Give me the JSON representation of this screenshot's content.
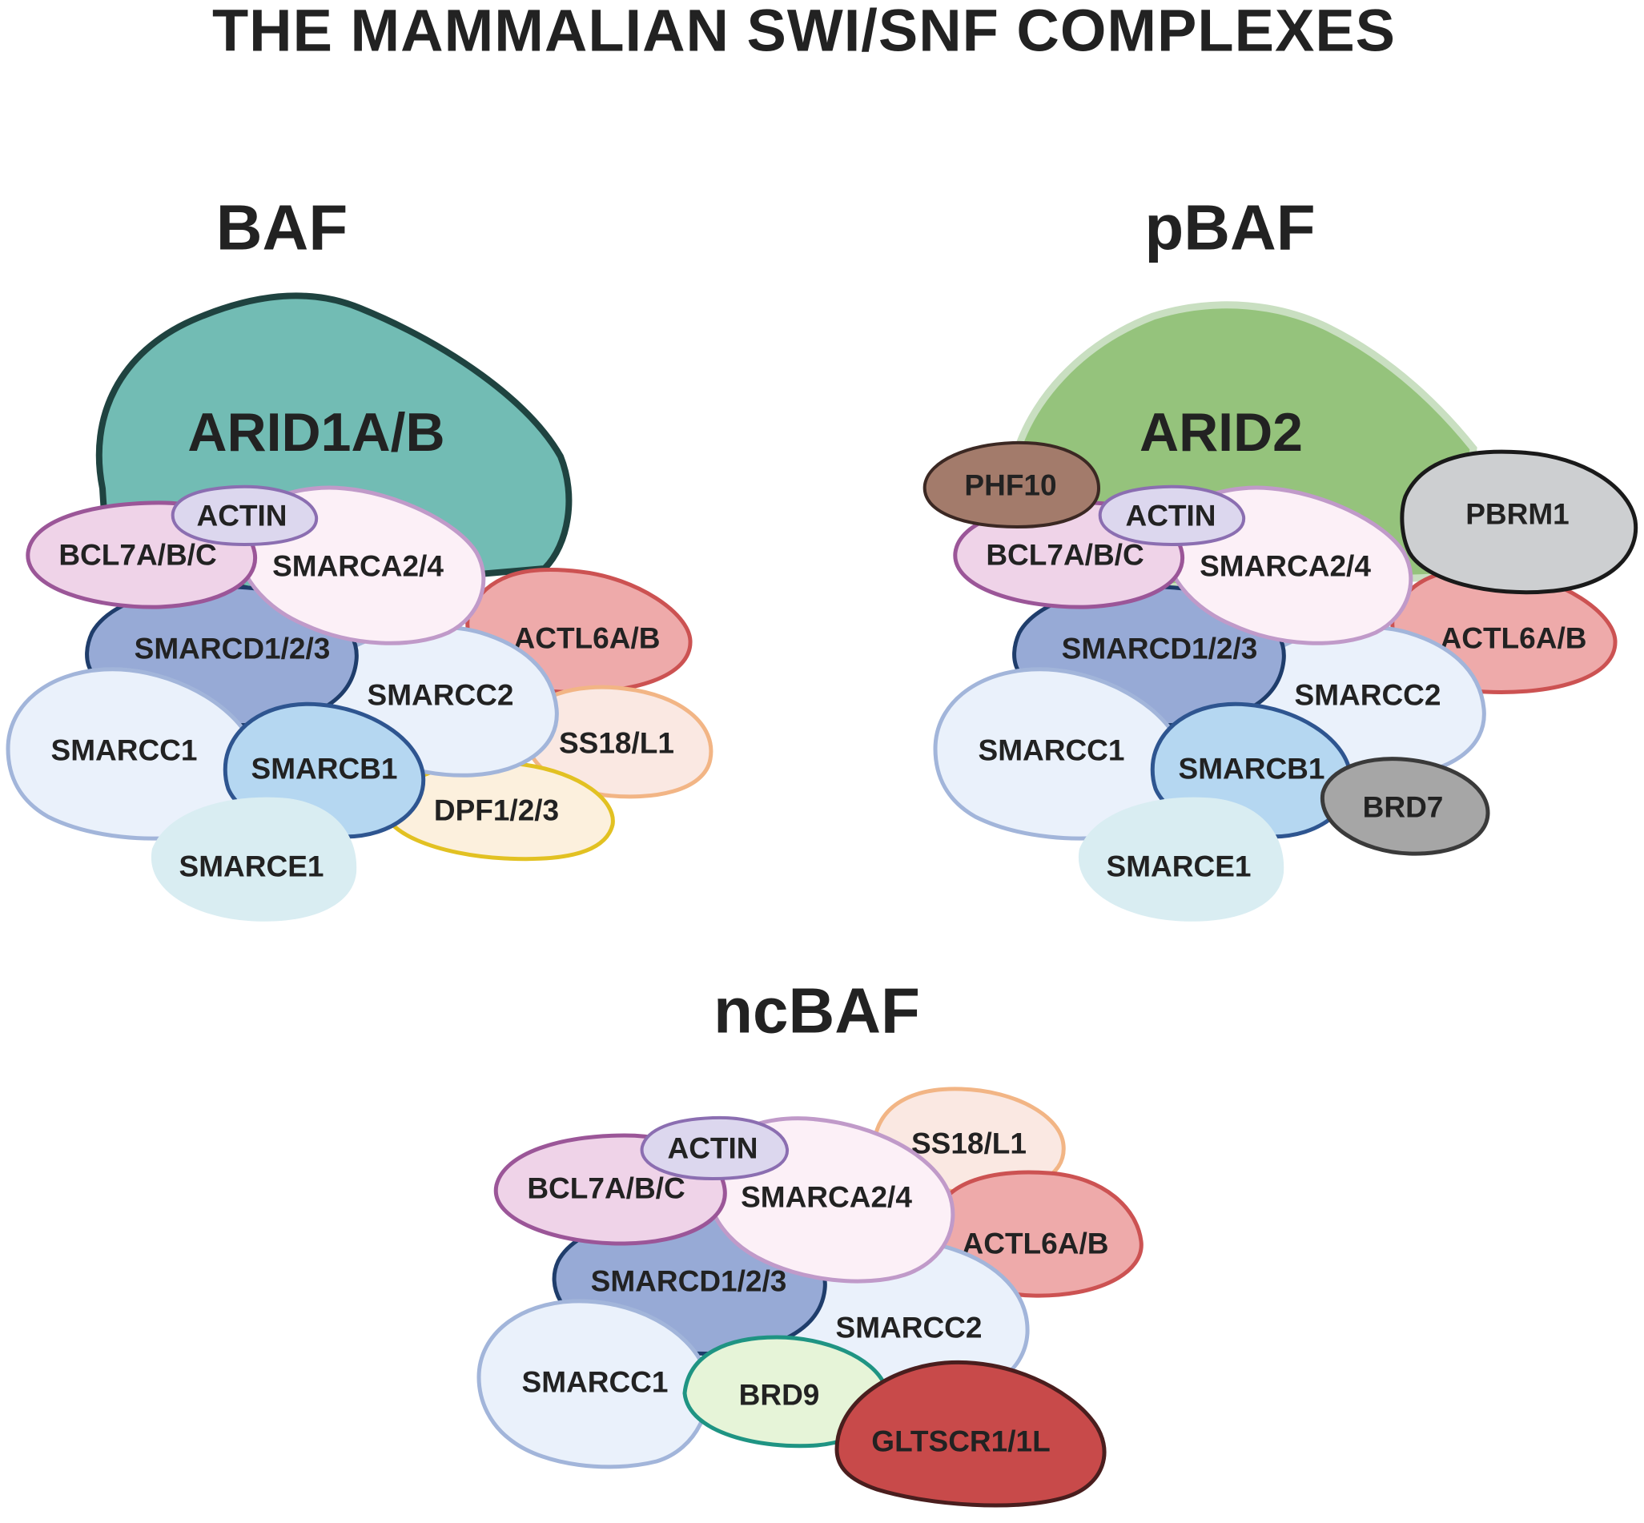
{
  "title": "THE MAMMALIAN SWI/SNF COMPLEXES",
  "complexes": {
    "baf": {
      "name": "BAF",
      "arid": "ARID1A/B",
      "actin": "ACTIN",
      "bcl7": "BCL7A/B/C",
      "smarca": "SMARCA2/4",
      "actl6": "ACTL6A/B",
      "smarcd": "SMARCD1/2/3",
      "smarcc2": "SMARCC2",
      "ss18": "SS18/L1",
      "smarcc1": "SMARCC1",
      "smarcb1": "SMARCB1",
      "dpf": "DPF1/2/3",
      "smarce1": "SMARCE1"
    },
    "pbaf": {
      "name": "pBAF",
      "arid": "ARID2",
      "phf10": "PHF10",
      "actin": "ACTIN",
      "pbrm1": "PBRM1",
      "bcl7": "BCL7A/B/C",
      "smarca": "SMARCA2/4",
      "actl6": "ACTL6A/B",
      "smarcd": "SMARCD1/2/3",
      "smarcc2": "SMARCC2",
      "smarcc1": "SMARCC1",
      "smarcb1": "SMARCB1",
      "brd7": "BRD7",
      "smarce1": "SMARCE1"
    },
    "ncbaf": {
      "name": "ncBAF",
      "actin": "ACTIN",
      "ss18": "SS18/L1",
      "bcl7": "BCL7A/B/C",
      "smarca": "SMARCA2/4",
      "actl6": "ACTL6A/B",
      "smarcd": "SMARCD1/2/3",
      "smarcc2": "SMARCC2",
      "smarcc1": "SMARCC1",
      "brd9": "BRD9",
      "gltscr": "GLTSCR1/1L"
    }
  },
  "colors": {
    "arid1": "#72bcb4",
    "arid1_stroke": "#1f4340",
    "arid2": "#95c37c",
    "arid2_stroke": "#c9dfc1",
    "bcl7": "#efd3e8",
    "bcl7_stroke": "#9b5698",
    "actin": "#dcd7ee",
    "actin_stroke": "#8b6eb1",
    "smarca": "#fcf0f7",
    "smarca_stroke": "#c09ac9",
    "actl6": "#eeaaaa",
    "actl6_stroke": "#cc5252",
    "smarcd": "#97aad6",
    "smarcd_stroke": "#1f3d6b",
    "smarcc": "#eaf1fb",
    "smarcc_stroke": "#a2b5da",
    "ss18": "#fae8e2",
    "ss18_stroke": "#f2b585",
    "smarcb1": "#b5d7f1",
    "smarcb1_stroke": "#2e5590",
    "dpf": "#fcf0dd",
    "dpf_stroke": "#e2c122",
    "smarce1": "#d9edf2",
    "phf10": "#a37b6b",
    "phf10_stroke": "#3b2823",
    "pbrm1": "#cdcfd1",
    "pbrm1_stroke": "#1a1a1a",
    "brd7": "#a6a6a6",
    "brd7_stroke": "#3a3a3a",
    "brd9": "#e6f4d8",
    "brd9_stroke": "#1f9483",
    "gltscr": "#c84a4a",
    "gltscr_stroke": "#4a1e1e"
  }
}
